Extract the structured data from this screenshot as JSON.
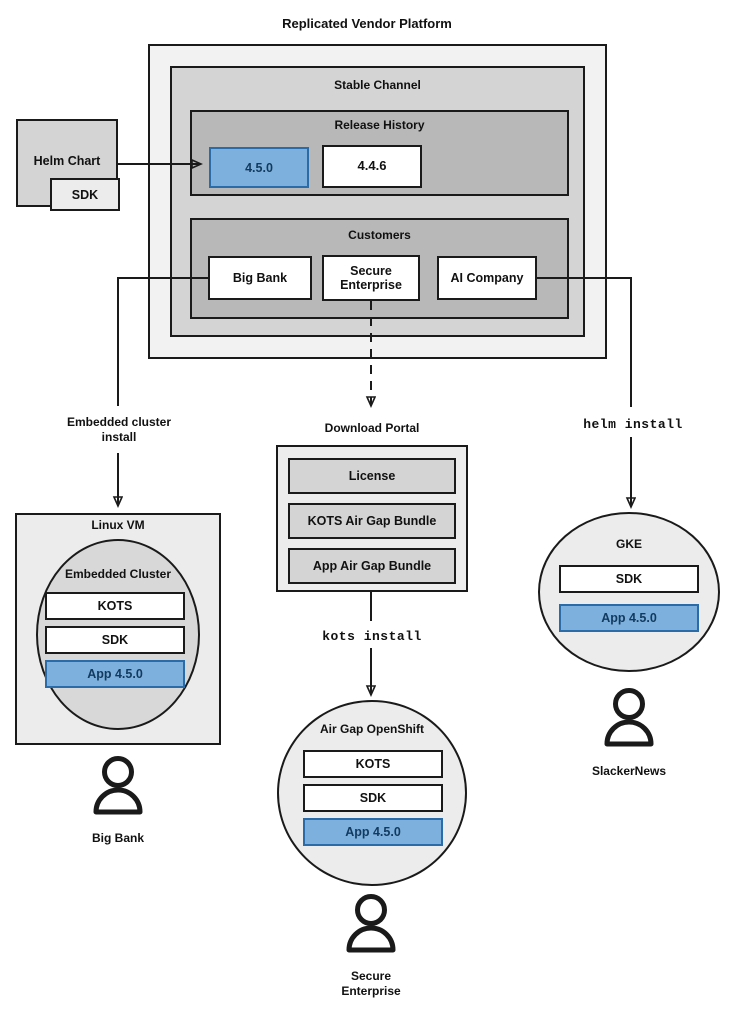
{
  "title": "Replicated Vendor Platform",
  "platform": {
    "label": "Replicated Vendor Platform",
    "channel": {
      "label": "Stable Channel",
      "release_history": {
        "label": "Release History",
        "releases": [
          {
            "version": "4.5.0",
            "state": "current",
            "color": "#7db0dc"
          },
          {
            "version": "4.4.6",
            "state": "previous",
            "color": "#ffffff"
          }
        ]
      },
      "customers": {
        "label": "Customers",
        "items": [
          {
            "name": "Big Bank"
          },
          {
            "name": "Secure\nEnterprise"
          },
          {
            "name": "AI Company"
          }
        ]
      }
    }
  },
  "helm_chart": {
    "label": "Helm Chart",
    "sdk_label": "SDK"
  },
  "install_paths": [
    {
      "id": "embedded",
      "label": "Embedded cluster\ninstall",
      "mono": false
    },
    {
      "id": "kots",
      "label": "kots install",
      "mono": true
    },
    {
      "id": "helm",
      "label": "helm install",
      "mono": true
    }
  ],
  "download_portal": {
    "label": "Download Portal",
    "artifacts": [
      {
        "name": "License"
      },
      {
        "name": "KOTS Air Gap Bundle"
      },
      {
        "name": "App Air Gap Bundle"
      }
    ]
  },
  "targets": {
    "linux_vm": {
      "label": "Linux VM",
      "cluster_label": "Embedded Cluster",
      "components": [
        {
          "name": "KOTS",
          "style": "white"
        },
        {
          "name": "SDK",
          "style": "white"
        },
        {
          "name": "App 4.5.0",
          "style": "blue"
        }
      ],
      "user": "Big Bank"
    },
    "air_gap_openshift": {
      "label": "Air Gap OpenShift",
      "components": [
        {
          "name": "KOTS",
          "style": "white"
        },
        {
          "name": "SDK",
          "style": "white"
        },
        {
          "name": "App 4.5.0",
          "style": "blue"
        }
      ],
      "user": "Secure\nEnterprise"
    },
    "gke": {
      "label": "GKE",
      "components": [
        {
          "name": "SDK",
          "style": "white"
        },
        {
          "name": "App 4.5.0",
          "style": "blue"
        }
      ],
      "user": "SlackerNews"
    }
  },
  "colors": {
    "accent_blue": "#7db0dc",
    "accent_blue_border": "#2a6ca8",
    "accent_blue_text": "#123a5e",
    "stroke": "#1a1a1a",
    "level1_gray": "#f2f2f2",
    "level2_gray": "#d4d4d4",
    "level3_gray": "#b8b8b8",
    "surface_gray": "#ececec"
  }
}
